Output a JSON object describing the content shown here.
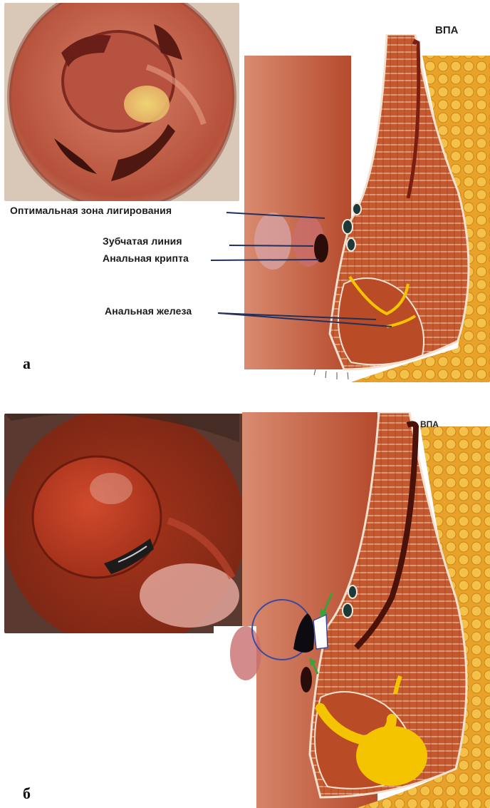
{
  "panel_a": {
    "letter": "а",
    "vpa": "ВПА",
    "labels": {
      "optimal_zone": "Оптимальная зона лигирования",
      "dentate_line": "Зубчатая линия",
      "anal_crypt": "Анальная крипта",
      "anal_gland": "Анальная железа"
    }
  },
  "panel_b": {
    "letter": "б",
    "vpa": "ВПА"
  },
  "colors": {
    "tissue_dark": "#a8421f",
    "tissue_mid": "#c85a32",
    "fat": "#f0b43a",
    "gland_yellow": "#f5c400",
    "vessel_dark": "#5a1a10",
    "leader_line": "#23305a",
    "circle_outline": "#3a4aa0",
    "arrow_green": "#3aa23a"
  }
}
